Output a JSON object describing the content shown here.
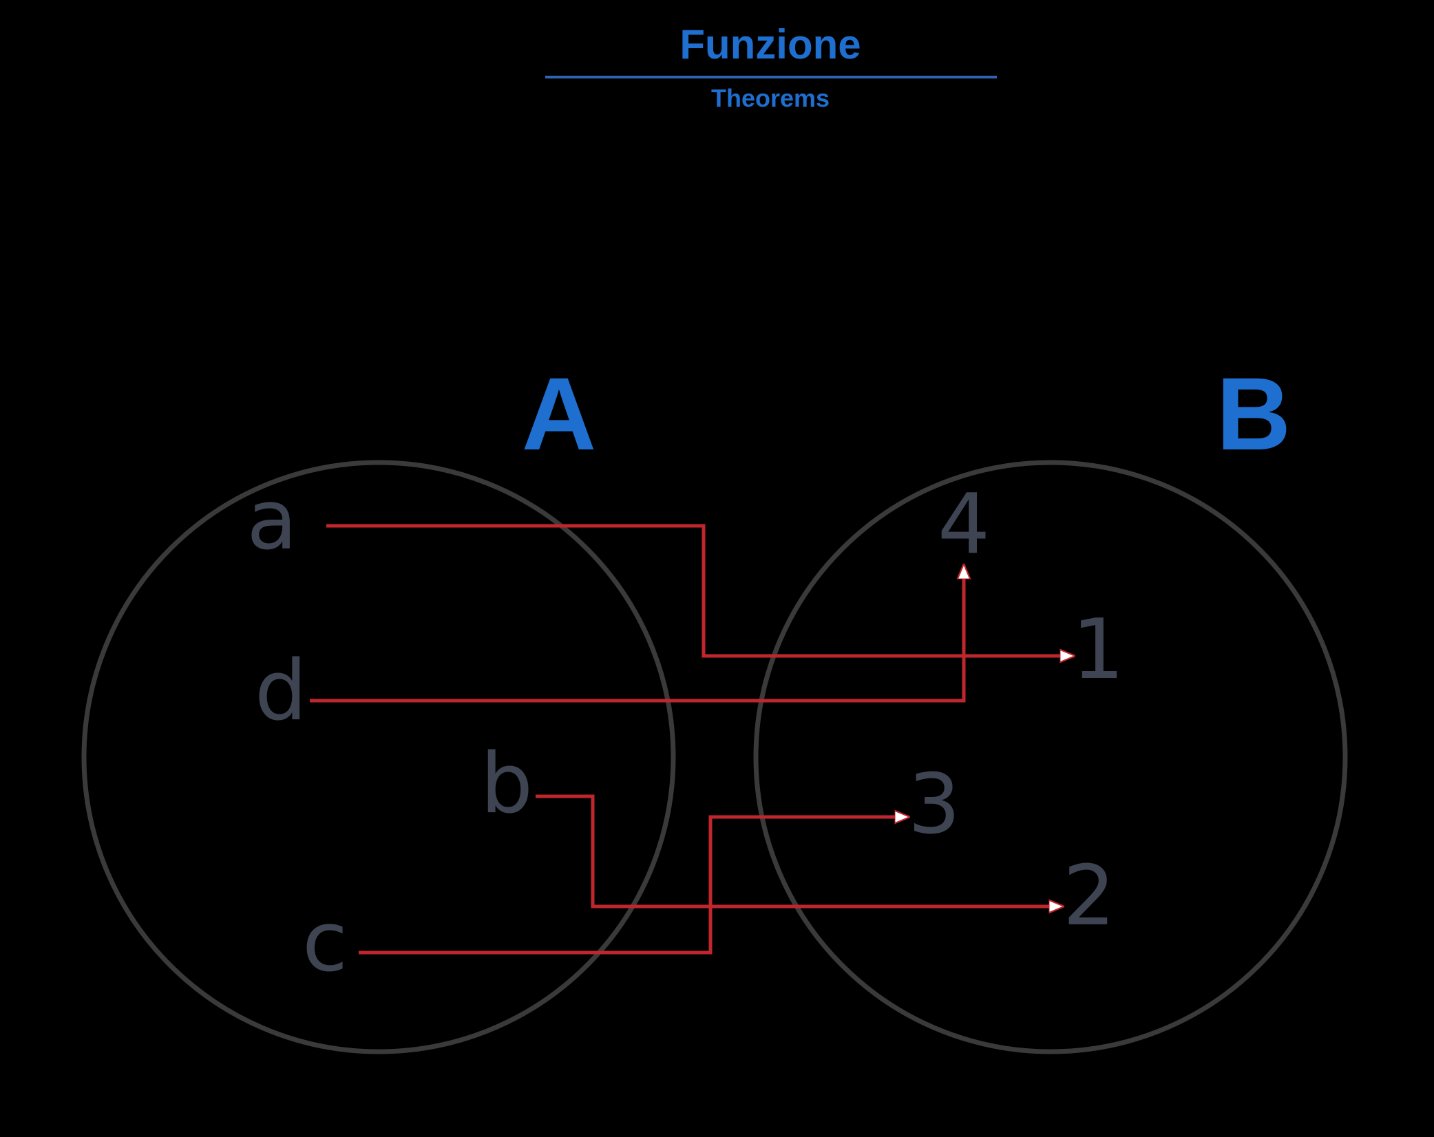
{
  "header": {
    "title": "Funzione",
    "subtitle": "Theorems"
  },
  "sets": {
    "domain": {
      "name": "A",
      "elements": [
        "a",
        "d",
        "b",
        "c"
      ]
    },
    "codomain": {
      "name": "B",
      "elements": [
        "4",
        "1",
        "3",
        "2"
      ]
    }
  },
  "mapping": [
    {
      "from": "a",
      "to": "1"
    },
    {
      "from": "d",
      "to": "4"
    },
    {
      "from": "b",
      "to": "2"
    },
    {
      "from": "c",
      "to": "3"
    }
  ],
  "colors": {
    "background": "#000000",
    "title": "#1f6fd1",
    "set_label": "#1f6fd1",
    "circle": "#3a3a3a",
    "element": "#3e4452",
    "arrow": "#c0262d"
  }
}
